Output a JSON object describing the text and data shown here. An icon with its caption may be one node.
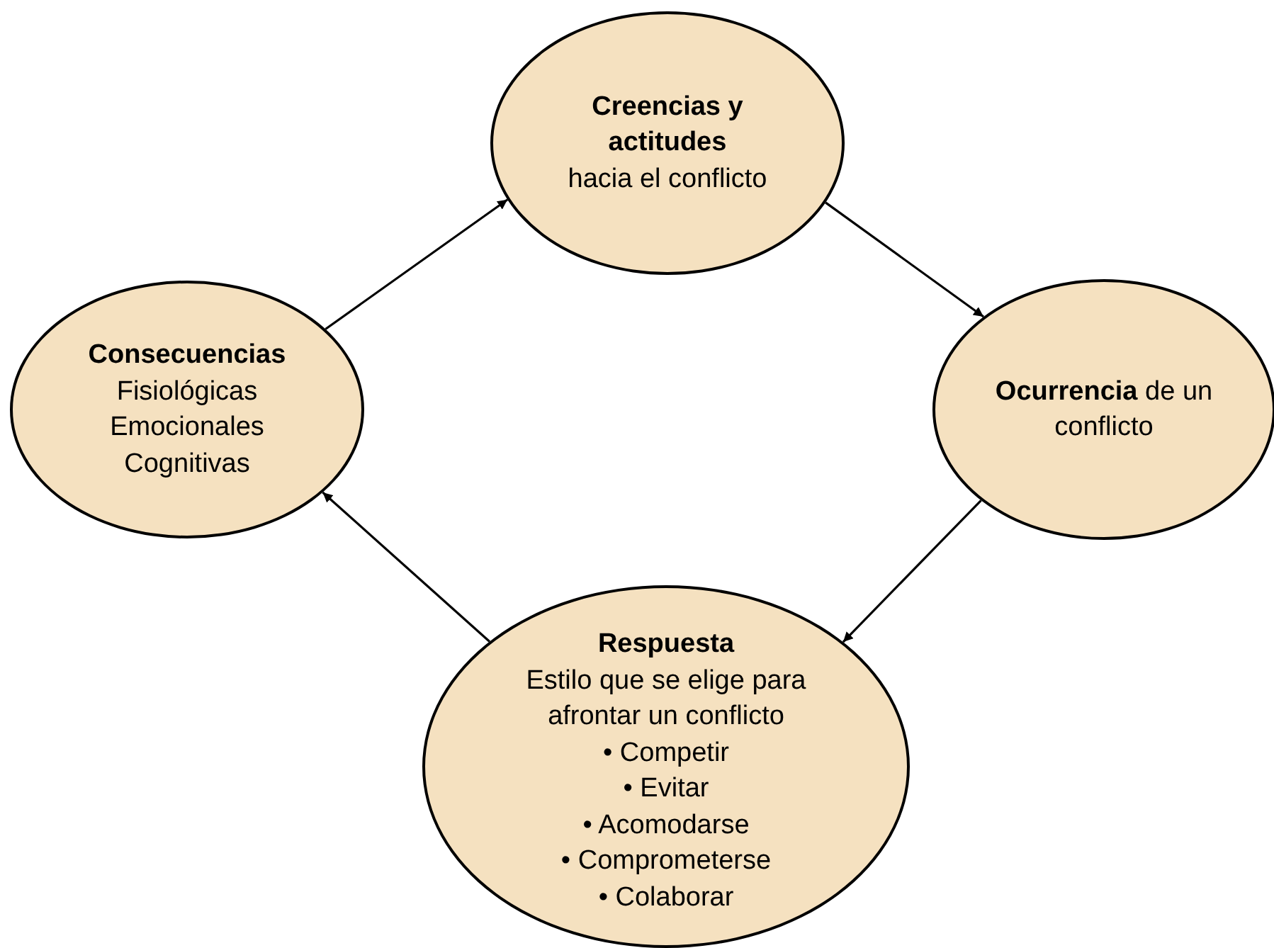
{
  "diagram": {
    "nodes": [
      {
        "text": [
          "Creencias y actitudes",
          "hacia el conflicto"
        ]
      },
      {
        "text": [
          "**Ocurrencia** de un conflicto"
        ]
      },
      {
        "text": [
          "Respuesta",
          "Estilo que se elige para afrontar un conflicto",
          "• Competir",
          "• Evitar",
          "• Acomodarse",
          "• Comprometerse",
          "• Colaborar"
        ]
      },
      {
        "text": [
          "Consecuencias",
          "Fisiológicas",
          "Emocionales",
          "Cognitivas"
        ]
      }
    ],
    "edges": [
      {
        "from": 3,
        "to": 0,
        "arrow": "to"
      },
      {
        "from": 0,
        "to": 1,
        "arrow": "to"
      },
      {
        "from": 1,
        "to": 2,
        "arrow": "to"
      },
      {
        "from": 2,
        "to": 3,
        "arrow": "to"
      }
    ]
  }
}
